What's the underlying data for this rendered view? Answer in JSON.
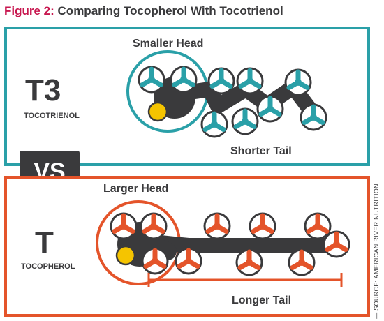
{
  "header": {
    "figure_label": "Figure 2:",
    "title": "Comparing Tocopherol With Tocotrienol"
  },
  "tocotrienol": {
    "symbol": "T3",
    "name": "TOCOTRIENOL",
    "head_label": "Smaller Head",
    "tail_label": "Shorter Tail",
    "color": "#2aa0a8"
  },
  "vs_label": "VS",
  "tocopherol": {
    "symbol": "T",
    "name": "TOCOPHEROL",
    "head_label": "Larger Head",
    "tail_label": "Longer Tail",
    "color": "#e4542a"
  },
  "source": "— SOURCE: AMERICAN RIVER NUTRITION",
  "colors": {
    "dark": "#3a3a3c",
    "yellow": "#f5c400",
    "magenta": "#c8174f"
  }
}
